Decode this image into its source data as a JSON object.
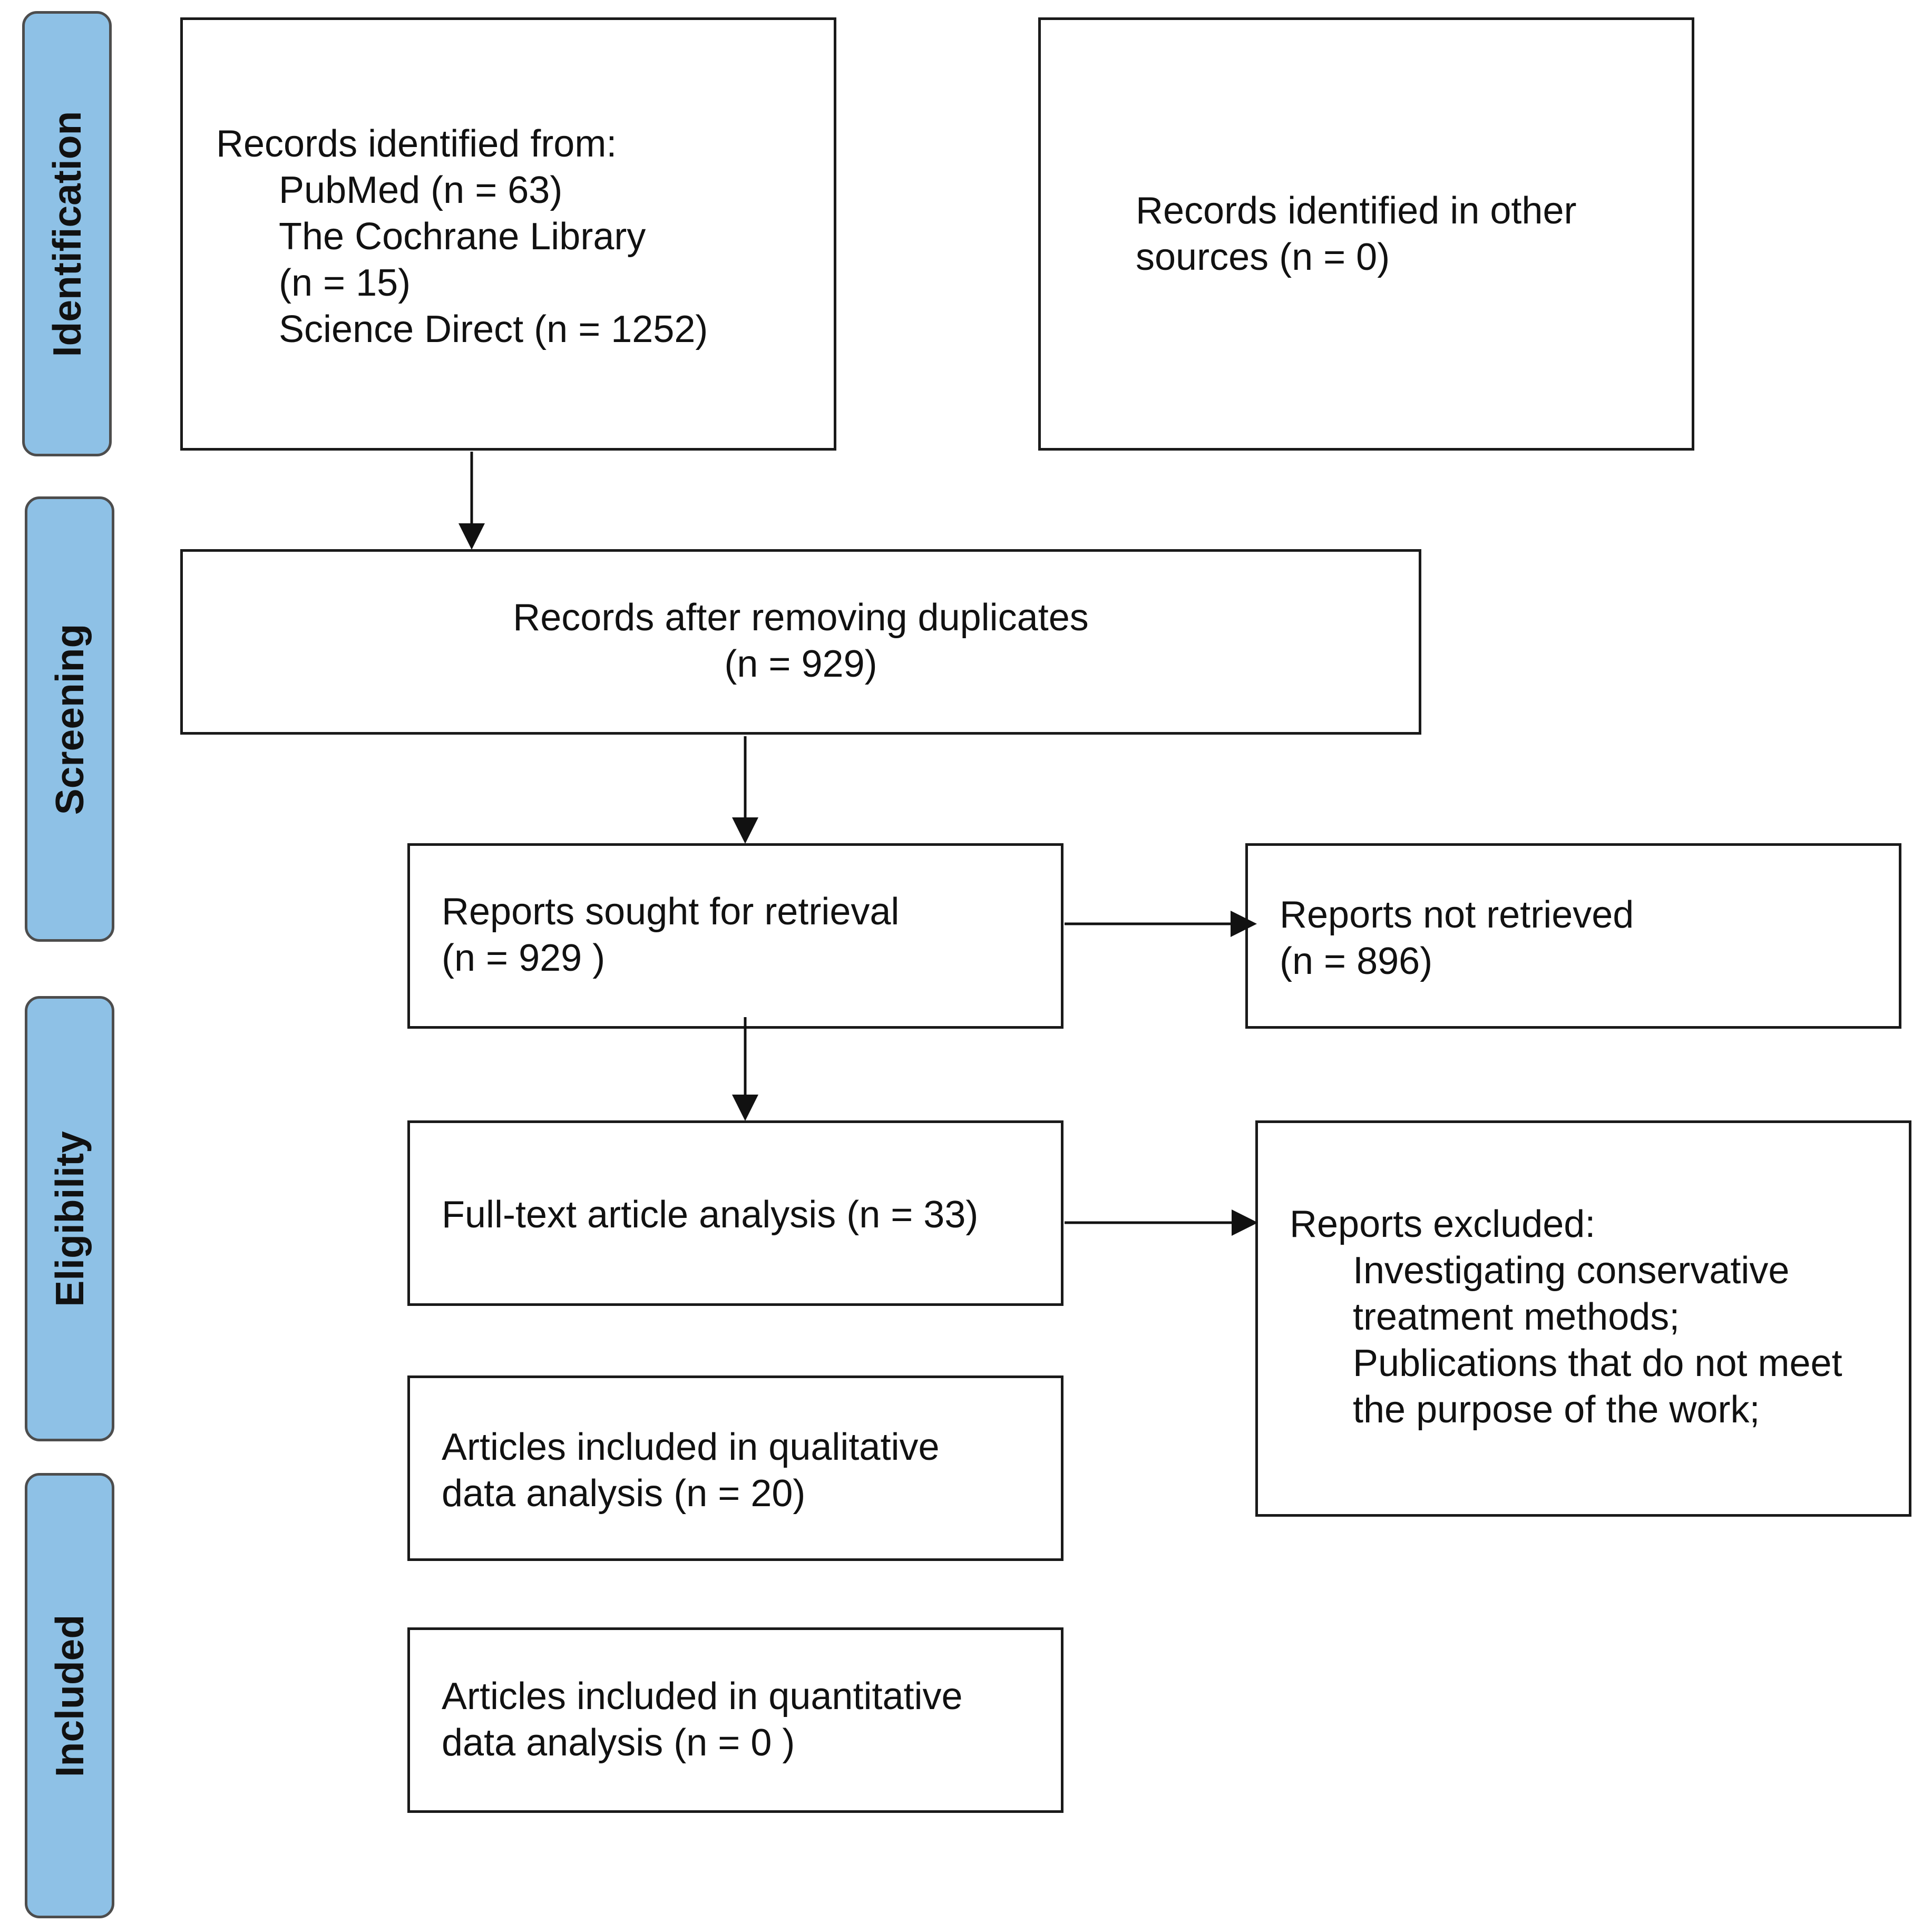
{
  "phases": {
    "identification": "Identification",
    "screening": "Screening",
    "eligibility": "Eligibility",
    "included": "Included"
  },
  "boxes": {
    "records_identified": {
      "heading": "Records identified from:",
      "items": [
        "PubMed (n = 63)",
        "The Cochrane Library",
        "(n = 15)",
        "Science Direct (n = 1252)"
      ]
    },
    "records_other": {
      "line1": "Records identified in other",
      "line2": "sources (n = 0)"
    },
    "after_duplicates": {
      "line1": "Records after removing duplicates",
      "line2": "(n = 929)"
    },
    "sought_retrieval": {
      "line1": "Reports sought for retrieval",
      "line2": "(n = 929 )"
    },
    "not_retrieved": {
      "line1": "Reports not retrieved",
      "line2": "(n = 896)"
    },
    "full_text": {
      "line1": "Full-text article analysis (n = 33)"
    },
    "excluded": {
      "heading": "Reports excluded:",
      "items": [
        "Investigating conservative",
        "treatment methods;",
        "Publications that do not meet",
        "the purpose of the work;"
      ]
    },
    "qualitative": {
      "line1": "Articles included in qualitative",
      "line2": "data analysis (n = 20)"
    },
    "quantitative": {
      "line1": "Articles included in quantitative",
      "line2": "data analysis (n = 0 )"
    }
  }
}
